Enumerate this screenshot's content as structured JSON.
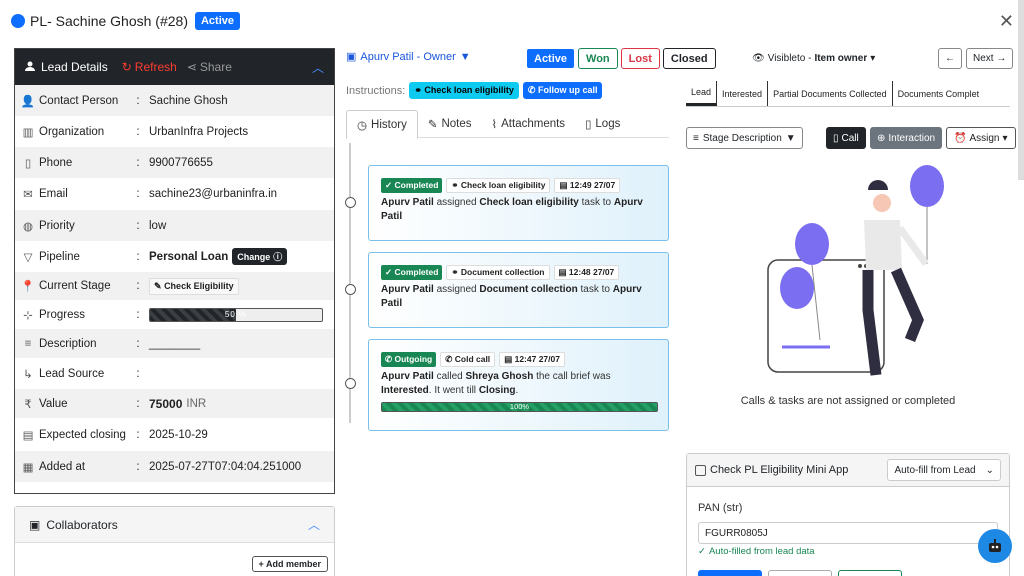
{
  "header": {
    "title": "PL- Sachine Ghosh (#28)",
    "status": "Active"
  },
  "lead": {
    "title": "Lead Details",
    "refresh": "Refresh",
    "share": "Share",
    "rows": [
      {
        "label": "Contact Person",
        "value": "Sachine Ghosh"
      },
      {
        "label": "Organization",
        "value": "UrbanInfra Projects"
      },
      {
        "label": "Phone",
        "value": "9900776655"
      },
      {
        "label": "Email",
        "value": "sachine23@urbaninfra.in"
      },
      {
        "label": "Priority",
        "value": "low"
      },
      {
        "label": "Pipeline",
        "value": "Personal Loan",
        "action": "Change"
      },
      {
        "label": "Current Stage",
        "value": "Check Eligibility"
      },
      {
        "label": "Progress",
        "value": "50 %",
        "percent": 50
      },
      {
        "label": "Description",
        "value": "________"
      },
      {
        "label": "Lead Source",
        "value": ""
      },
      {
        "label": "Value",
        "value": "75000",
        "unit": "INR"
      },
      {
        "label": "Expected closing",
        "value": "2025-10-29"
      },
      {
        "label": "Added at",
        "value": "2025-07-27T07:04:04.251000"
      }
    ]
  },
  "collab": {
    "title": "Collaborators",
    "add": "Add member"
  },
  "owner": "Apurv Patil - Owner",
  "statusButtons": {
    "active": "Active",
    "won": "Won",
    "lost": "Lost",
    "closed": "Closed"
  },
  "instructions": {
    "label": "Instructions:",
    "b1": "Check loan eligibility",
    "b2": "Follow up call"
  },
  "tabs": {
    "history": "History",
    "notes": "Notes",
    "attachments": "Attachments",
    "logs": "Logs"
  },
  "events": [
    {
      "tag": "Completed",
      "task": "Check loan eligibility",
      "time": "12:49 27/07",
      "who": "Apurv Patil",
      "verb": "assigned",
      "what": "Check loan eligibility",
      "mid": "task to",
      "to": "Apurv Patil"
    },
    {
      "tag": "Completed",
      "task": "Document collection",
      "time": "12:48 27/07",
      "who": "Apurv Patil",
      "verb": "assigned",
      "what": "Document collection",
      "mid": "task to",
      "to": "Apurv Patil"
    },
    {
      "tag": "Outgoing",
      "task": "Cold call",
      "time": "12:47 27/07",
      "who": "Apurv Patil",
      "verb": "called",
      "what": "Shreya Ghosh",
      "mid": "the call brief was",
      "to": "Interested",
      "tail": ". It went till",
      "end": "Closing",
      "end2": ".",
      "bar": "100%",
      "percent": 100
    }
  ],
  "visibility": {
    "label": "Visibleto -",
    "role": "Item owner"
  },
  "nav": {
    "next": "Next"
  },
  "stages": [
    "Lead",
    "Interested",
    "Partial Documents Collected",
    "Documents Complet"
  ],
  "actions": {
    "stageDesc": "Stage Description",
    "call": "Call",
    "interaction": "Interaction",
    "assign": "Assign"
  },
  "empty": "Calls & tasks are not assigned or completed",
  "eligibility": {
    "title": "Check PL Eligibility Mini App",
    "autofill": "Auto-fill from Lead",
    "pan_label": "PAN (str)",
    "pan_value": "FGURR0805J",
    "status": "Auto-filled from lead data"
  },
  "colors": {
    "accent": "#0d6efd",
    "success": "#198754",
    "danger": "#dc3545",
    "dark": "#212529",
    "balloon": "#7b6ef0"
  }
}
